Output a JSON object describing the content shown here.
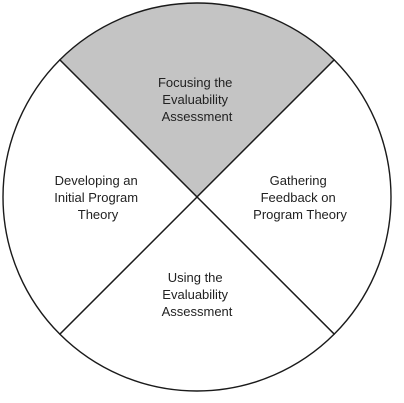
{
  "colors": {
    "highlight": "#c4c4c4",
    "fill": "#ffffff",
    "stroke": "#1a1a1a"
  },
  "segments": [
    {
      "id": "top",
      "highlighted": true,
      "lines": [
        "Focusing the",
        "Evaluability",
        "Assessment"
      ]
    },
    {
      "id": "right",
      "highlighted": false,
      "lines": [
        "Gathering",
        "Feedback on",
        "Program Theory"
      ]
    },
    {
      "id": "bottom",
      "highlighted": false,
      "lines": [
        "Using the",
        "Evaluability",
        "Assessment"
      ]
    },
    {
      "id": "left",
      "highlighted": false,
      "lines": [
        "Developing an",
        "Initial Program",
        "Theory"
      ]
    }
  ]
}
